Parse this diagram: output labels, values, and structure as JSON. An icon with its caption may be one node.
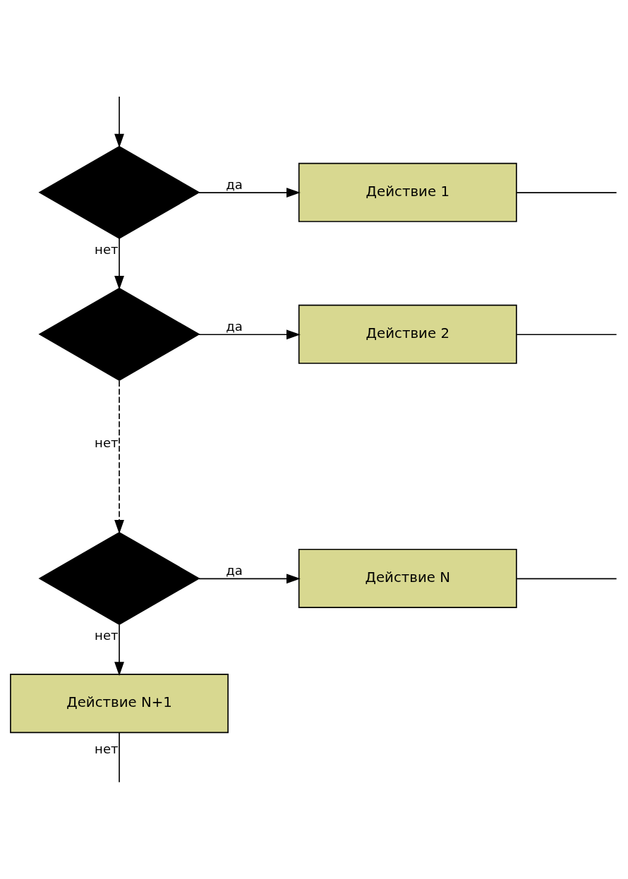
{
  "diagram": {
    "nodes": [
      {
        "text": [],
        "shape": "diamond"
      },
      {
        "text": [
          "Действие 1"
        ]
      },
      {
        "text": [],
        "shape": "diamond"
      },
      {
        "text": [
          "Действие 2"
        ]
      },
      {
        "text": [],
        "shape": "diamond"
      },
      {
        "text": [
          "Действие N"
        ]
      },
      {
        "text": [
          "Действие N+1"
        ]
      }
    ],
    "edges": [
      {
        "from": null,
        "to": 0,
        "arrow": "to"
      },
      {
        "from": 0,
        "to": 1,
        "arrow": "to",
        "label": "да"
      },
      {
        "from": 0,
        "to": 2,
        "arrow": "to",
        "label": "нет"
      },
      {
        "from": 2,
        "to": 3,
        "arrow": "to",
        "label": "да"
      },
      {
        "from": 2,
        "to": 4,
        "arrow": "to",
        "label": "нет",
        "style": "dashed"
      },
      {
        "from": 4,
        "to": 5,
        "arrow": "to",
        "label": "да"
      },
      {
        "from": 4,
        "to": 6,
        "arrow": "to",
        "label": "нет"
      },
      {
        "from": 1,
        "to": null,
        "arrow": "none"
      },
      {
        "from": 3,
        "to": null,
        "arrow": "none"
      },
      {
        "from": 5,
        "to": null,
        "arrow": "none"
      },
      {
        "from": 6,
        "to": null,
        "arrow": "none",
        "label": "нет"
      }
    ]
  }
}
